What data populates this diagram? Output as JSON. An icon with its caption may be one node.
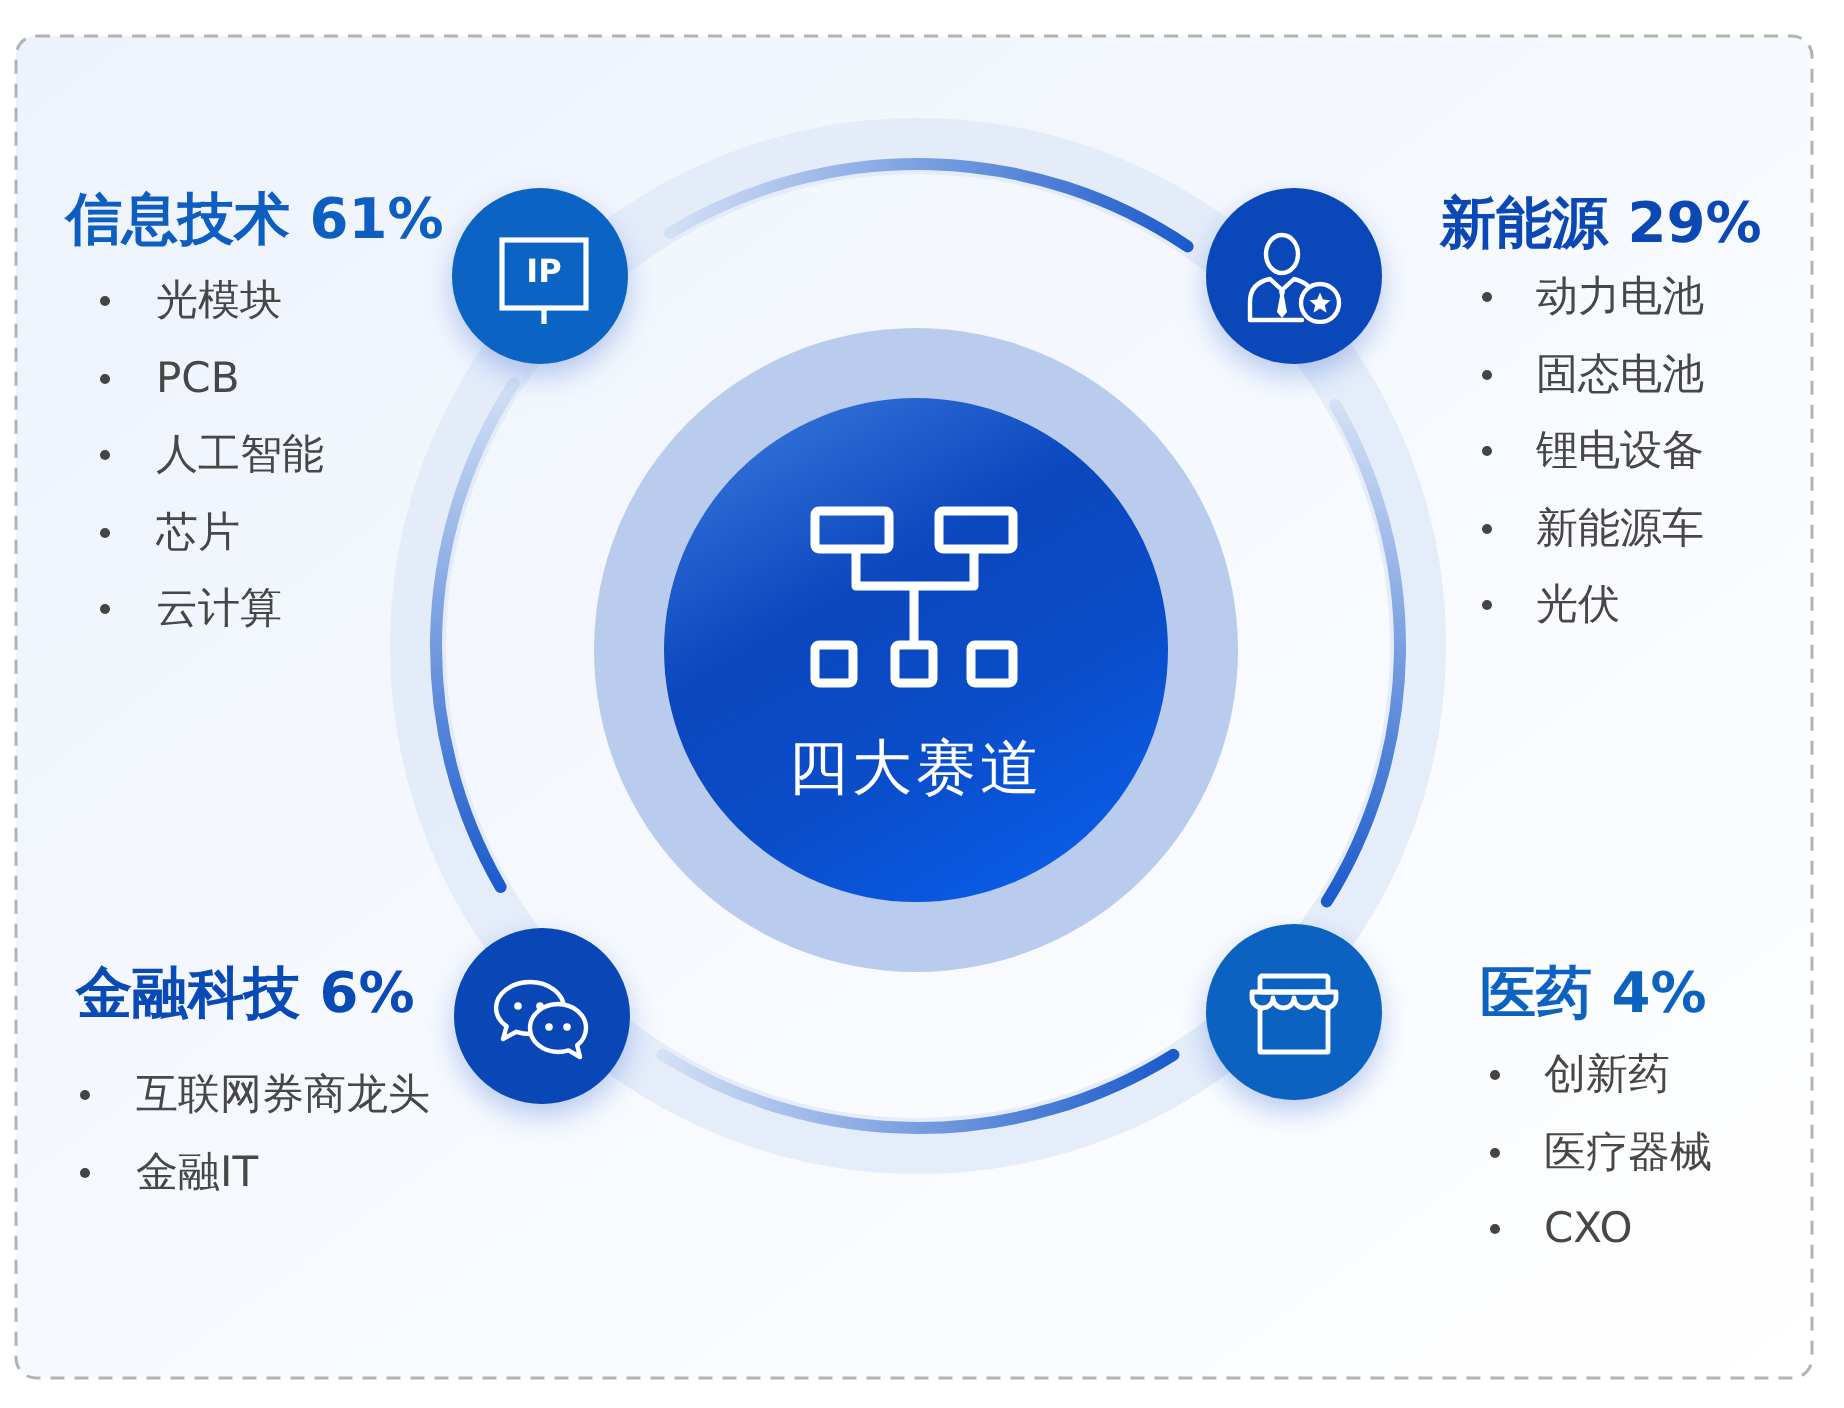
{
  "diagram": {
    "nodes": [
      {
        "text": [
          "IP"
        ],
        "beside": [
          "信息技术 61%",
          "光模块",
          "PCB",
          "人工智能",
          "芯片",
          "云计算"
        ]
      },
      {
        "text": [],
        "shape": "circle",
        "beside": [
          "新能源 29%",
          "动力电池",
          "固态电池",
          "锂电设备",
          "新能源车",
          "光伏"
        ]
      },
      {
        "text": [
          "四大赛道"
        ]
      },
      {
        "text": [],
        "shape": "circle",
        "beside": [
          "金融科技 6%",
          "互联网券商龙头",
          "金融IT"
        ]
      },
      {
        "text": [],
        "shape": "circle",
        "beside": [
          "医药 4%",
          "创新药",
          "医疗器械",
          "CXO"
        ]
      }
    ]
  }
}
